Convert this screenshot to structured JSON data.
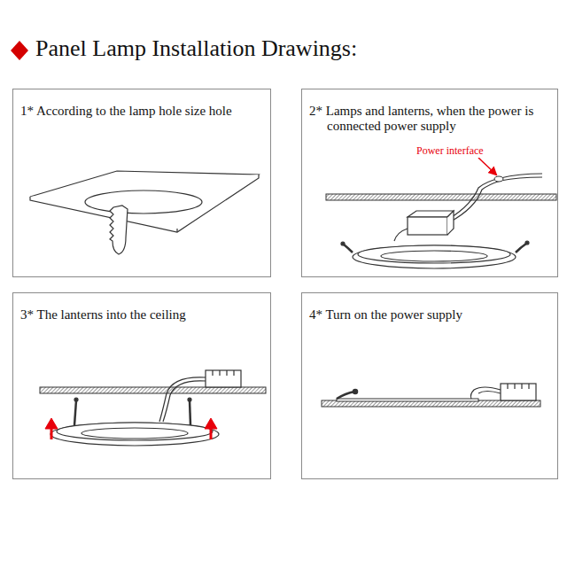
{
  "diagram": {
    "title": "Panel Lamp Installation Drawings:",
    "nodes": [
      {
        "text": [
          "1* According to the lamp hole size hole"
        ]
      },
      {
        "text": [
          "2* Lamps and lanterns, when the power is connected power supply"
        ]
      },
      {
        "text": [
          "3* The lanterns into the ceiling"
        ]
      },
      {
        "text": [
          "4* Turn on the power supply"
        ]
      }
    ],
    "labels": [
      "Power interface"
    ]
  }
}
